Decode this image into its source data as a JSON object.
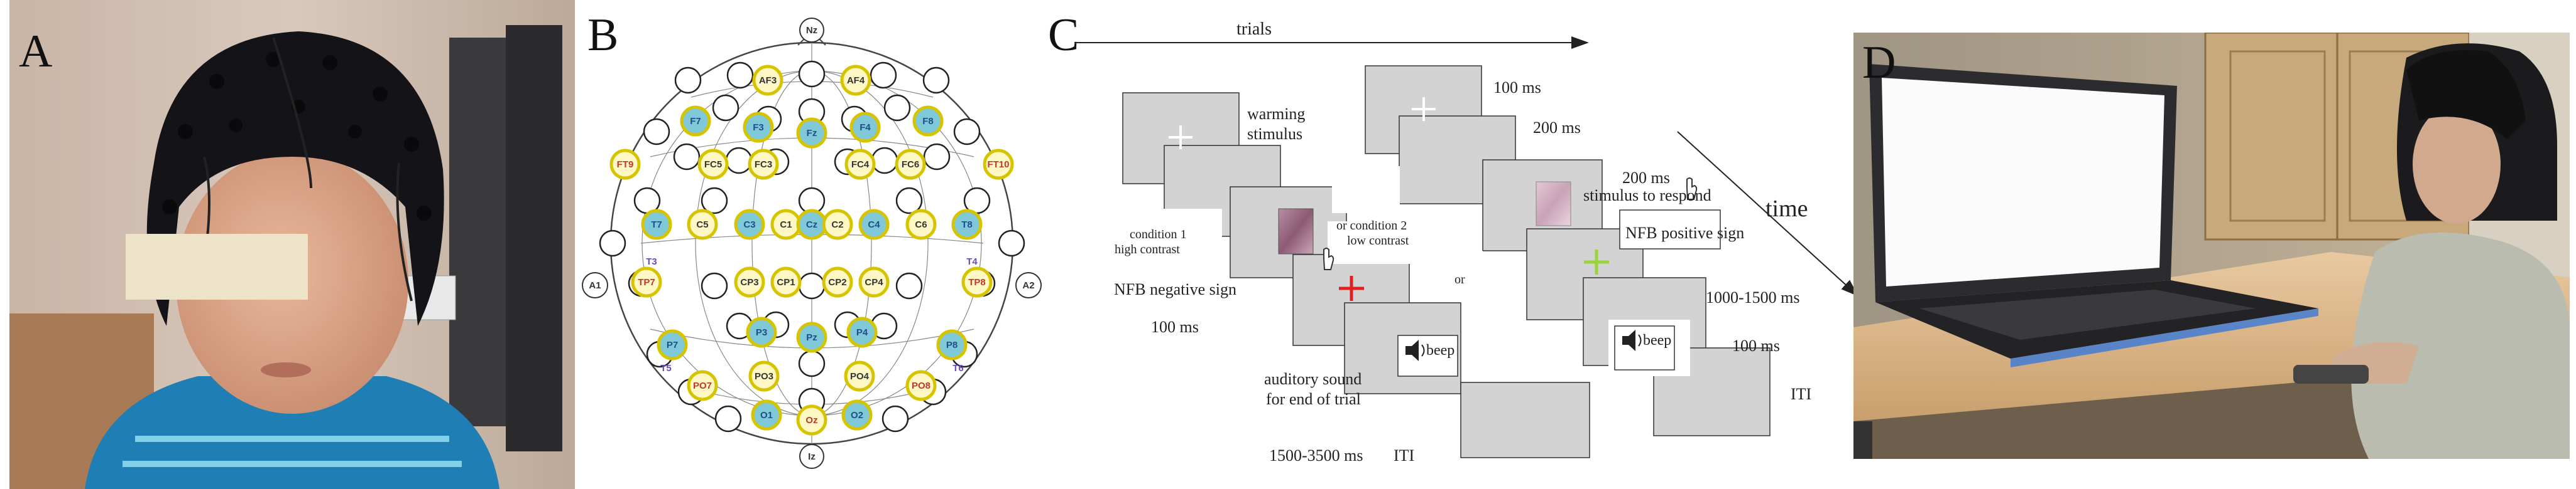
{
  "panels": {
    "a": {
      "label": "A"
    },
    "b": {
      "label": "B"
    },
    "c": {
      "label": "C"
    },
    "d": {
      "label": "D"
    }
  },
  "eeg": {
    "top": "Nz",
    "bottom": "Iz",
    "left_ear": "A1",
    "right_ear": "A2",
    "side_labels": [
      "T3",
      "T4",
      "T5",
      "T6"
    ],
    "electrodes": [
      {
        "id": "AF3",
        "fill": "#fff8c4",
        "ring": "#d6c400",
        "text": "#333"
      },
      {
        "id": "AF4",
        "fill": "#fff8c4",
        "ring": "#d6c400",
        "text": "#333"
      },
      {
        "id": "F7",
        "fill": "#7fc8d8",
        "ring": "#d6c400",
        "text": "#1f4f8a"
      },
      {
        "id": "F3",
        "fill": "#7fc8d8",
        "ring": "#d6c400",
        "text": "#1f4f8a"
      },
      {
        "id": "Fz",
        "fill": "#7fc8d8",
        "ring": "#d6c400",
        "text": "#1f4f8a"
      },
      {
        "id": "F4",
        "fill": "#7fc8d8",
        "ring": "#d6c400",
        "text": "#1f4f8a"
      },
      {
        "id": "F8",
        "fill": "#7fc8d8",
        "ring": "#d6c400",
        "text": "#1f4f8a"
      },
      {
        "id": "FT9",
        "fill": "#fff8c4",
        "ring": "#d6c400",
        "text": "#c0392b"
      },
      {
        "id": "FC5",
        "fill": "#fff8c4",
        "ring": "#d6c400",
        "text": "#333"
      },
      {
        "id": "FC3",
        "fill": "#fff8c4",
        "ring": "#d6c400",
        "text": "#333"
      },
      {
        "id": "FC4",
        "fill": "#fff8c4",
        "ring": "#d6c400",
        "text": "#333"
      },
      {
        "id": "FC6",
        "fill": "#fff8c4",
        "ring": "#d6c400",
        "text": "#333"
      },
      {
        "id": "FT10",
        "fill": "#fff8c4",
        "ring": "#d6c400",
        "text": "#c0392b"
      },
      {
        "id": "T7",
        "fill": "#7fc8d8",
        "ring": "#d6c400",
        "text": "#1f4f8a"
      },
      {
        "id": "C5",
        "fill": "#fff8c4",
        "ring": "#d6c400",
        "text": "#333"
      },
      {
        "id": "C3",
        "fill": "#7fc8d8",
        "ring": "#d6c400",
        "text": "#1f4f8a"
      },
      {
        "id": "C1",
        "fill": "#fff8c4",
        "ring": "#d6c400",
        "text": "#333"
      },
      {
        "id": "Cz",
        "fill": "#7fc8d8",
        "ring": "#d6c400",
        "text": "#1f4f8a"
      },
      {
        "id": "C2",
        "fill": "#fff8c4",
        "ring": "#d6c400",
        "text": "#333"
      },
      {
        "id": "C4",
        "fill": "#7fc8d8",
        "ring": "#d6c400",
        "text": "#1f4f8a"
      },
      {
        "id": "C6",
        "fill": "#fff8c4",
        "ring": "#d6c400",
        "text": "#333"
      },
      {
        "id": "T8",
        "fill": "#7fc8d8",
        "ring": "#d6c400",
        "text": "#1f4f8a"
      },
      {
        "id": "TP7",
        "fill": "#fff8c4",
        "ring": "#d6c400",
        "text": "#c0392b"
      },
      {
        "id": "CP3",
        "fill": "#fff8c4",
        "ring": "#d6c400",
        "text": "#333"
      },
      {
        "id": "CP1",
        "fill": "#fff8c4",
        "ring": "#d6c400",
        "text": "#333"
      },
      {
        "id": "CP2",
        "fill": "#fff8c4",
        "ring": "#d6c400",
        "text": "#333"
      },
      {
        "id": "CP4",
        "fill": "#fff8c4",
        "ring": "#d6c400",
        "text": "#333"
      },
      {
        "id": "TP8",
        "fill": "#fff8c4",
        "ring": "#d6c400",
        "text": "#c0392b"
      },
      {
        "id": "P7",
        "fill": "#7fc8d8",
        "ring": "#d6c400",
        "text": "#1f4f8a"
      },
      {
        "id": "P3",
        "fill": "#7fc8d8",
        "ring": "#d6c400",
        "text": "#1f4f8a"
      },
      {
        "id": "Pz",
        "fill": "#7fc8d8",
        "ring": "#d6c400",
        "text": "#1f4f8a"
      },
      {
        "id": "P4",
        "fill": "#7fc8d8",
        "ring": "#d6c400",
        "text": "#1f4f8a"
      },
      {
        "id": "P8",
        "fill": "#7fc8d8",
        "ring": "#d6c400",
        "text": "#1f4f8a"
      },
      {
        "id": "PO7",
        "fill": "#fff8c4",
        "ring": "#d6c400",
        "text": "#c0392b"
      },
      {
        "id": "PO3",
        "fill": "#fff8c4",
        "ring": "#d6c400",
        "text": "#333"
      },
      {
        "id": "PO4",
        "fill": "#fff8c4",
        "ring": "#d6c400",
        "text": "#333"
      },
      {
        "id": "PO8",
        "fill": "#fff8c4",
        "ring": "#d6c400",
        "text": "#c0392b"
      },
      {
        "id": "O1",
        "fill": "#7fc8d8",
        "ring": "#d6c400",
        "text": "#1f4f8a"
      },
      {
        "id": "Oz",
        "fill": "#fff8c4",
        "ring": "#d6c400",
        "text": "#c0392b"
      },
      {
        "id": "O2",
        "fill": "#7fc8d8",
        "ring": "#d6c400",
        "text": "#1f4f8a"
      }
    ]
  },
  "timeline": {
    "trials": "trials",
    "time": "time",
    "warning_1": "warming",
    "warning_2": "stimulus",
    "t100_top": "100 ms",
    "t200": "200 ms",
    "stim_respond_1": "200 ms",
    "stim_respond_2": "stimulus to respond",
    "cond1_1": "condition 1",
    "cond1_2": "high contrast",
    "cond2_1": "or condition 2",
    "cond2_2": "low contrast",
    "or": "or",
    "nfb_pos": "NFB positive sign",
    "nfb_neg": "NFB negative sign",
    "t100_neg": "100 ms",
    "t1000": "1000-1500 ms",
    "beep_right": "beep",
    "t100_beep": "100 ms",
    "iti_right": "ITI",
    "audit_1": "auditory sound",
    "audit_2": "for end of trial",
    "beep_left": "beep",
    "t1500": "1500-3500 ms",
    "iti_left": "ITI"
  },
  "colors": {
    "screen": "#d3d3d3",
    "red_cross": "#e02020",
    "green_cross": "#9ad43a"
  }
}
